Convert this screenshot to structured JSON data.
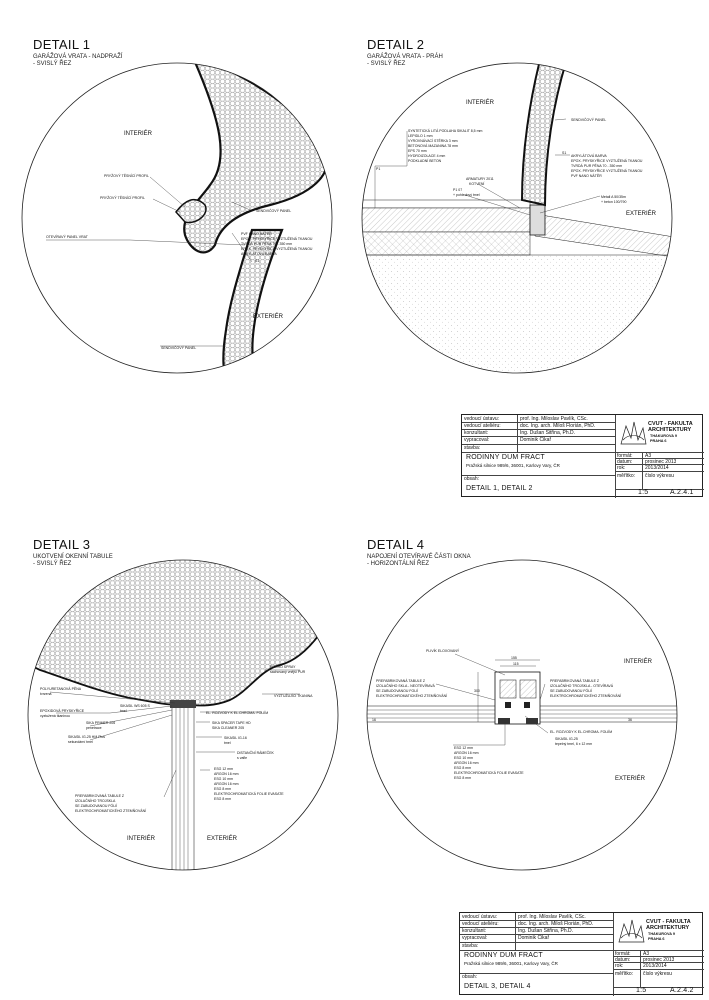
{
  "details": [
    {
      "title": "DETAIL 1",
      "subtitle": [
        "GARÁŽOVÁ VRATA - NADPRAŽÍ",
        "- SVISLÝ ŘEZ"
      ]
    },
    {
      "title": "DETAIL 2",
      "subtitle": [
        "GARÁŽOVÁ VRATA - PRÁH",
        "- SVISLÝ ŘEZ"
      ]
    },
    {
      "title": "DETAIL 3",
      "subtitle": [
        "UKOTVENÍ OKENNÍ TABULE",
        "- SVISLÝ ŘEZ"
      ]
    },
    {
      "title": "DETAIL 4",
      "subtitle": [
        "NAPOJENÍ OTEVÍRAVÉ ČÁSTI OKNA",
        "- HORIZONTÁLNÍ ŘEZ"
      ]
    }
  ],
  "d1": {
    "interior": "INTERIÉR",
    "exterior": "EXTERIÉR",
    "labels": [
      "PRYŽOVÝ TĚSNÍCÍ PROFIL",
      "PRYŽOVÝ TĚSNÍCÍ PROFIL",
      "SENDVIČOVÝ PANEL",
      "OTEVÍRAVÝ PANEL VRAT",
      "PVF NANO NÁTĚR",
      "EPOX. PRYSKYŘICE VYZTUŽENÁ TKANOU",
      "TVRDÁ PUR PĚNA 70 - 350 mm",
      "EPOX. PRYSKYŘICE VYZTUŽENÁ TKANOU",
      "AKRYLÁTOVÁ BARVA",
      "SENDVIČOVÝ PANEL"
    ],
    "marker": "S1"
  },
  "d2": {
    "interior": "INTERIÉR",
    "exterior": "EXTERIÉR",
    "left_labels": [
      "SYNTETICKÁ LITÁ PODLAHA SIKALIT 8,5 mm",
      "LEPIDLO 1 mm",
      "VYROVNÁVACÍ STĚRKA 3 mm",
      "BETONOVÁ MAZANINA 78 mm",
      "EPS 70 mm",
      "HYDROIZOLACE 4 mm",
      "PODKLADNÍ BETON"
    ],
    "right_labels": [
      "SENDVIČOVÝ PANEL",
      "AKRYLÁTOVÁ BARVA",
      "EPOX. PRYSKYŘICE VYZTUŽENÁ TKANOU",
      "TVRDÁ PUR PĚNA 70 - 350 mm",
      "EPOX. PRYSKYŘICE VYZTUŽENÁ TKANOU",
      "PVF NANO NÁTĚR"
    ],
    "anchor": [
      "ARMATURY 2011",
      "KOTVENÍ"
    ],
    "p1": [
      "P1 07",
      "+ pohledový tmel"
    ],
    "p2": [
      "Metall A 50/35m",
      "+ beton 100/790"
    ],
    "markers": [
      "P1",
      "S1"
    ]
  },
  "tb1": {
    "rows": [
      {
        "k": "vedoucí ústavu:",
        "v": "prof. Ing. Miloslav Pavlík, CSc."
      },
      {
        "k": "vedoucí ateliéru:",
        "v": "doc. Ing. arch. Miloš Florián, PhD."
      },
      {
        "k": "konzultant:",
        "v": "Ing. Dušan Sitřina, Ph.D."
      },
      {
        "k": "vypracoval:",
        "v": "Dominik Cikař"
      }
    ],
    "stavba_key": "stavba:",
    "project": "RODINNÝ DŮM FRACT",
    "address": "Pražská silnice 989/6, 36001, Karlovy Vary, ČR",
    "obsah_key": "obsah:",
    "content": "DETAIL 1, DETAIL 2",
    "school": [
      "ČVUT - FAKULTA",
      "ARCHITEKTURY",
      "THÁKUROVA 9",
      "PRAHA 6"
    ],
    "meta": [
      {
        "k": "formát:",
        "v": "A3"
      },
      {
        "k": "datum:",
        "v": "prosinec 2013"
      },
      {
        "k": "rok:",
        "v": "2013/2014"
      },
      {
        "k": "měřítko:",
        "v": "číslo výkresu"
      }
    ],
    "scale": "1:5",
    "number": "A.2.4.1"
  },
  "d3": {
    "interior": "INTERIÉR",
    "exterior": "EXTERIÉR",
    "left_labels": [
      [
        "POLYURETANOVÁ PĚNA",
        "tvrzená"
      ],
      [
        "EPOXIDOVÁ PRYSKYŘICE",
        "vyztužená tkaninou"
      ],
      [
        "SIKA PRIMER 206",
        "penetrace"
      ],
      [
        "SIKASIL IG-25 HM Plus",
        "sekundární tmel"
      ],
      [
        "PREFABRIKOVANÁ TABULE Z",
        "IZOLAČNÍHO TROJSKLA",
        "SE ZABUDOVANOU FÓLIÍ",
        "ELEKTROCHROMATICKÉHO ZTEMŇOVÁNÍ"
      ]
    ],
    "right_labels": [
      [
        "PROHO SPRAY",
        "sachovaný vnější PUR"
      ],
      [
        "VYZTUŽUJÍCÍ TKANINA"
      ],
      [
        "EL. ROZVODY K EL.CHROMA. FOLIÍM"
      ],
      [
        "SIKA SPACER TAPE HD",
        "SIKA CLEANER 205"
      ],
      [
        "SIKASIL IG-16",
        "tmel"
      ],
      [
        "DISTANČNÍ RÁMEČEK",
        "s vafle"
      ]
    ],
    "small_labels": [
      "SIKASIL WS 605 S",
      "tmel"
    ],
    "layers": [
      "ESG 12 mm",
      "ARGON 16 mm",
      "ESG 10 mm",
      "ARGON 16 mm",
      "ESG 8 mm",
      "ELEKTROCHROMATICKÁ FOLIE EVASATE",
      "ESG 8 mm"
    ]
  },
  "d4": {
    "interior": "INTERIÉR",
    "exterior": "EXTERIÉR",
    "top_label": "PLIVÍK ELOXOVANÝ",
    "left_block": [
      "PREFABRIKOVANÁ TABULE Z",
      "IZOLAČNÍHO SKLA - NEOTEVÍRAVÁ",
      "SE ZABUDOVANOU FOLIÍ",
      "ELEKTROCHROMATICKÉHO ZTEMŇOVÁNÍ"
    ],
    "right_block": [
      "PREFABRIKOVANÁ TABULE Z",
      "IZOLAČNÍHO TROJSKLA - OTEVÍRAVÁ",
      "SE ZABUDOVANOU FÓLIÍ",
      "ELEKTROCHROMATICKÉHO ZTEMŇOVÁNÍ"
    ],
    "el_label": "EL. ROZVODY K EL.CHROMA. FOLIÍM",
    "sika_label": [
      "SIKASIL IG-25",
      "tepelný tmel, 6 x 12 mm"
    ],
    "layers": [
      "ESG 12 mm",
      "ARGON 16 mm",
      "ESG 10 mm",
      "ARGON 16 mm",
      "ESG 8 mm",
      "ELEKTROCHROMATICKÁ FOLIE EVASATE",
      "ESG 8 mm"
    ],
    "dims": [
      "155",
      "115",
      "16",
      "300",
      "36"
    ]
  },
  "tb2": {
    "rows": [
      {
        "k": "vedoucí ústavu:",
        "v": "prof. Ing. Miloslav Pavlík, CSc."
      },
      {
        "k": "vedoucí ateliéru:",
        "v": "doc. Ing. arch. Miloš Florián, PhD."
      },
      {
        "k": "konzultant:",
        "v": "Ing. Dušan Sitřina, Ph.D."
      },
      {
        "k": "vypracoval:",
        "v": "Dominik Cikař"
      }
    ],
    "stavba_key": "stavba:",
    "project": "RODINNÝ DŮM FRACT",
    "address": "Pražská silnice 989/6, 36001, Karlovy Vary, ČR",
    "obsah_key": "obsah:",
    "content": "DETAIL 3, DETAIL 4",
    "school": [
      "ČVUT - FAKULTA",
      "ARCHITEKTURY",
      "THÁKUROVA 9",
      "PRAHA 6"
    ],
    "meta": [
      {
        "k": "formát:",
        "v": "A3"
      },
      {
        "k": "datum:",
        "v": "prosinec 2013"
      },
      {
        "k": "rok:",
        "v": "2013/2014"
      },
      {
        "k": "měřítko:",
        "v": "číslo výkresu"
      }
    ],
    "scale": "1:5",
    "number": "A.2.4.2"
  }
}
